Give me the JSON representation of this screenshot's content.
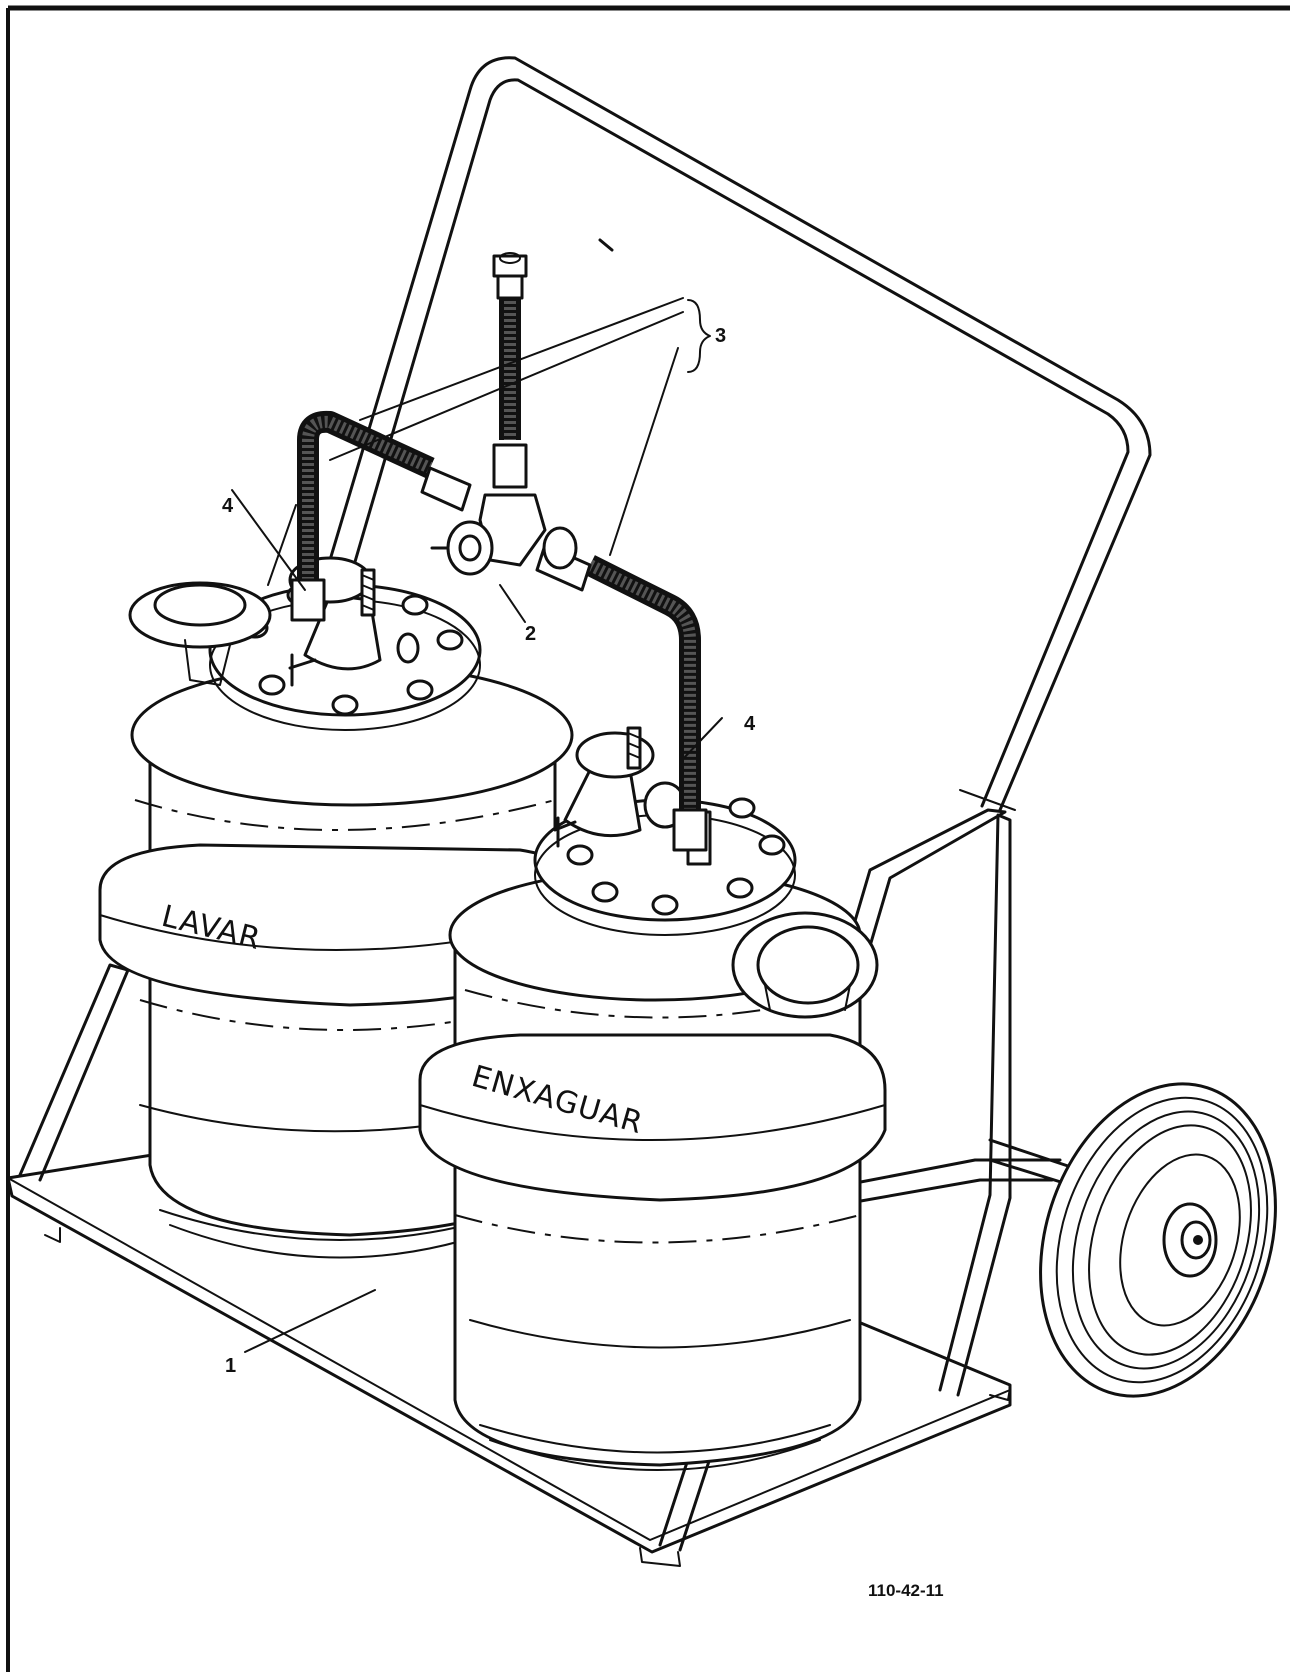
{
  "figure": {
    "figure_number": "110-42-11",
    "tank_labels": {
      "wash": "LAVAR",
      "rinse": "ENXAGUAR"
    },
    "callouts": {
      "cart": "1",
      "manifold": "2",
      "hose_assembly": "3",
      "valve_left": "4",
      "valve_right": "4"
    }
  }
}
